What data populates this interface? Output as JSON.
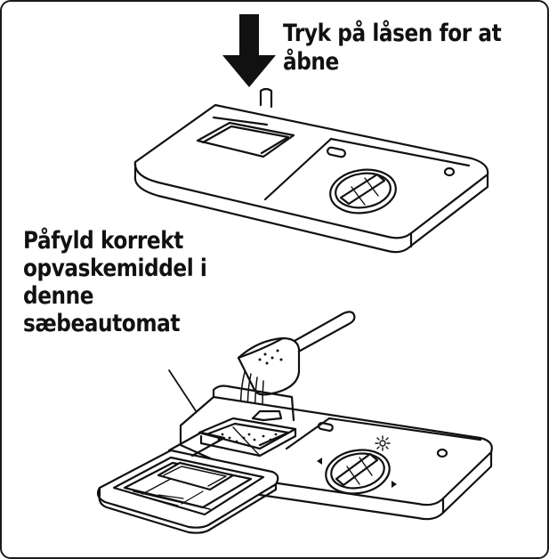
{
  "captions": {
    "open_instruction": [
      "Tryk på låsen for at",
      "åbne"
    ],
    "fill_instruction": [
      "Påfyld korrekt",
      "opvaskemiddel i",
      "denne",
      "sæbeautomat"
    ]
  },
  "colors": {
    "line": "#111111",
    "fill": "#ffffff"
  },
  "icons": [
    "down-arrow-icon",
    "sun-icon",
    "scoop-icon",
    "rotation-arrow-icon"
  ]
}
